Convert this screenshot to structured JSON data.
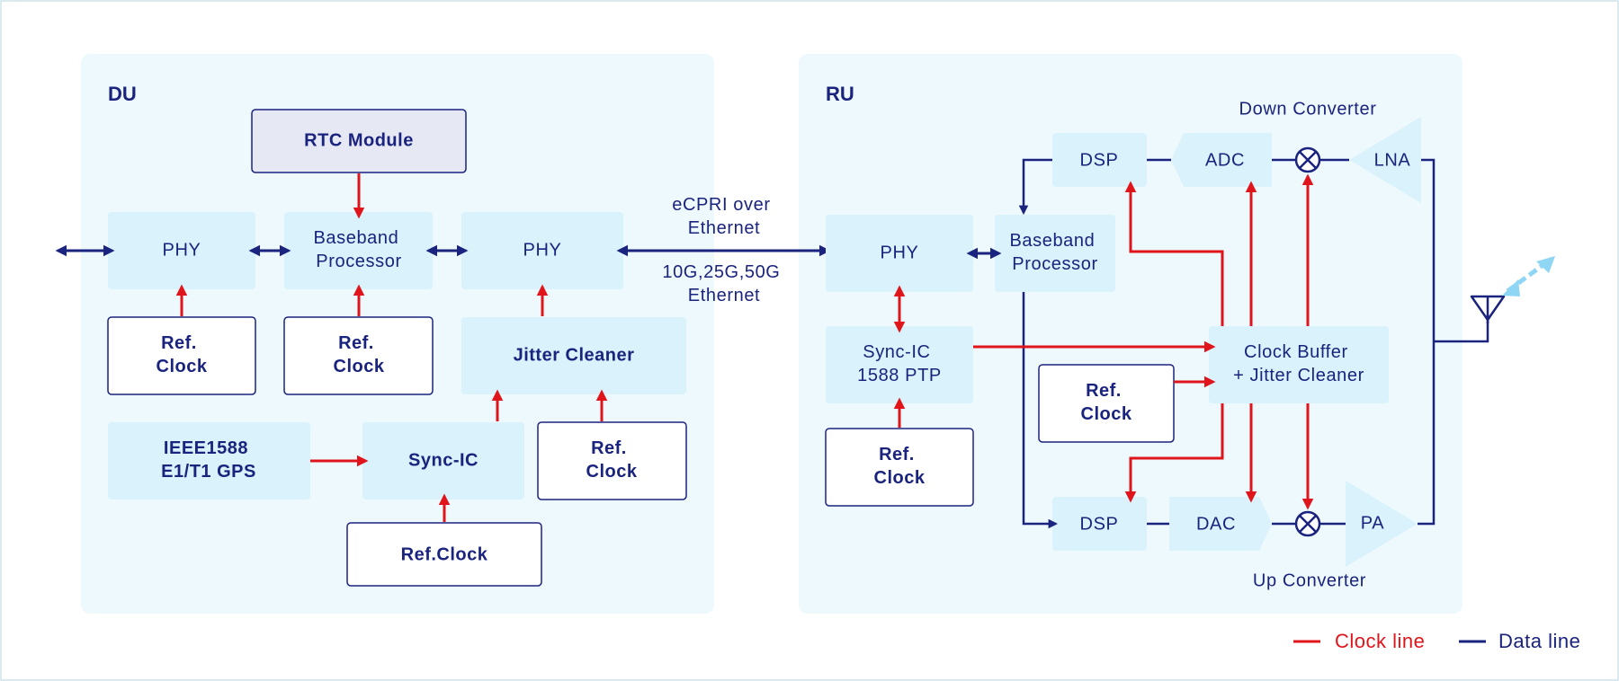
{
  "colors": {
    "clock": "#e0151b",
    "data": "#1a237e",
    "panel": "#eef9fd",
    "block": "#d9f2fc",
    "rtc": "#e6e8f4",
    "antenna_wave": "#8fd6f5"
  },
  "du": {
    "title": "DU",
    "rtc": "RTC Module",
    "phy_left": "PHY",
    "baseband": [
      "Baseband",
      "Processor"
    ],
    "phy_right": "PHY",
    "ref_clock_1": [
      "Ref.",
      "Clock"
    ],
    "ref_clock_2": [
      "Ref.",
      "Clock"
    ],
    "jitter_cleaner": "Jitter Cleaner",
    "ieee": [
      "IEEE1588",
      "E1/T1 GPS"
    ],
    "sync_ic": "Sync-IC",
    "ref_clock_3": [
      "Ref.",
      "Clock"
    ],
    "ref_clock_bottom": "Ref.Clock"
  },
  "link": {
    "top": [
      "eCPRI over",
      "Ethernet"
    ],
    "bottom": [
      "10G,25G,50G",
      "Ethernet"
    ]
  },
  "ru": {
    "title": "RU",
    "phy": "PHY",
    "baseband": [
      "Baseband",
      "Processor"
    ],
    "sync_ic": [
      "Sync-IC",
      "1588 PTP"
    ],
    "ref_clock_left": [
      "Ref.",
      "Clock"
    ],
    "ref_clock_mid": [
      "Ref.",
      "Clock"
    ],
    "clock_buffer": [
      "Clock Buffer",
      "+ Jitter Cleaner"
    ],
    "dsp_top": "DSP",
    "adc": "ADC",
    "lna": "LNA",
    "dsp_bottom": "DSP",
    "dac": "DAC",
    "pa": "PA",
    "down_converter": "Down Converter",
    "up_converter": "Up Converter"
  },
  "legend": {
    "clock": "Clock line",
    "data": "Data line"
  }
}
